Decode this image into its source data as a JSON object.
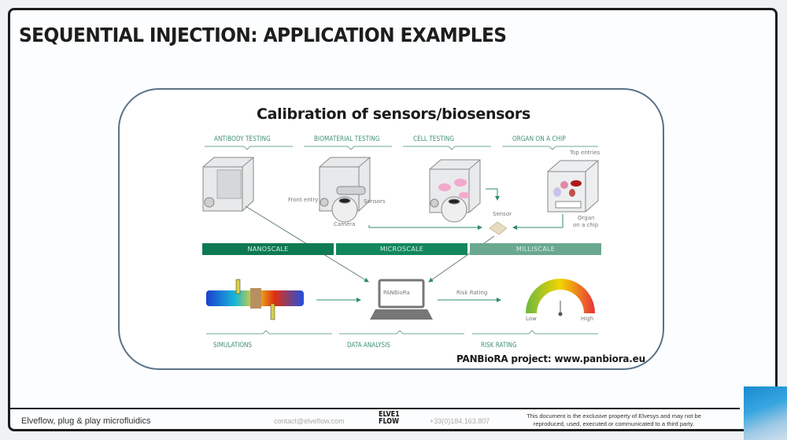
{
  "slide": {
    "title": "SEQUENTIAL INJECTION: APPLICATION EXAMPLES"
  },
  "diagram": {
    "title": "Calibration of sensors/biosensors",
    "top_categories": [
      "ANTIBODY TESTING",
      "BIOMATERIAL TESTING",
      "CELL TESTING",
      "ORGAN ON A CHIP"
    ],
    "labels": {
      "front_entry": "Front entry",
      "sensors": "Sensors",
      "camera": "Camera",
      "sensor": "Sensor",
      "top_entries": "Top entries",
      "organ_on_a_chip_line1": "Organ",
      "organ_on_a_chip_line2": "on a chip",
      "laptop_brand": "PANBioRa",
      "risk_rating_arrow": "Risk Rating",
      "gauge_low": "Low",
      "gauge_high": "High"
    },
    "scales": [
      {
        "label": "NANOSCALE",
        "color": "#0e7a52"
      },
      {
        "label": "MICROSCALE",
        "color": "#12875c"
      },
      {
        "label": "MILLISCALE",
        "color": "#6aa88f"
      }
    ],
    "bottom_categories": [
      "SIMULATIONS",
      "DATA ANALYSIS",
      "RISK RATING"
    ],
    "credit": "PANBioRA project: www.panbiora.eu",
    "accent_color": "#3f8f76"
  },
  "footer": {
    "tagline": "Elveflow, plug & play microfluidics",
    "email": "contact@elveflow.com",
    "logo_line1": "ELVE1",
    "logo_line2": "FLOW",
    "phone": "+33(0)184.163.807",
    "legal_line1": "This document is the exclusive property of Elvesys and may not be",
    "legal_line2": "reproduced, used, executed or communicated to a third party."
  }
}
